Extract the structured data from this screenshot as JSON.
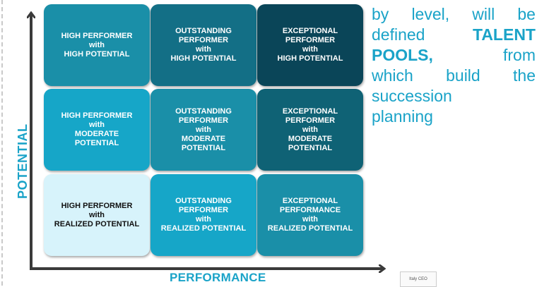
{
  "axes": {
    "y_label": "POTENTIAL",
    "x_label": "PERFORMANCE"
  },
  "grid": [
    {
      "cells": [
        {
          "text": "HIGH PERFORMER\nwith\nHIGH POTENTIAL",
          "color": "#1a8fa8"
        },
        {
          "text": "OUTSTANDING\nPERFORMER\nwith\nHIGH POTENTIAL",
          "color": "#136f86"
        },
        {
          "text": "EXCEPTIONAL\nPERFORMER\nwith\nHIGH POTENTIAL",
          "color": "#0a4558"
        }
      ]
    },
    {
      "cells": [
        {
          "text": "HIGH PERFORMER\nwith\nMODERATE\nPOTENTIAL",
          "color": "#16a6c8"
        },
        {
          "text": "OUTSTANDING\nPERFORMER\nwith\nMODERATE\nPOTENTIAL",
          "color": "#1a8fa8"
        },
        {
          "text": "EXCEPTIONAL\nPERFORMER\nwith\nMODERATE\nPOTENTIAL",
          "color": "#0f6275"
        }
      ]
    },
    {
      "cells": [
        {
          "text": "HIGH PERFORMER\nwith\nREALIZED POTENTIAL",
          "color": "#d7f3fb",
          "light": true
        },
        {
          "text": "OUTSTANDING\nPERFORMER\nwith\nREALIZED POTENTIAL",
          "color": "#16a6c8"
        },
        {
          "text": "EXCEPTIONAL\nPERFORMANCE\nwith\nREALIZED POTENTIAL",
          "color": "#1a8fa8"
        }
      ]
    }
  ],
  "side_text": {
    "line1": [
      "by",
      "level,",
      "will",
      "be"
    ],
    "line2": [
      "defined",
      "TALENT"
    ],
    "line3": [
      "POOLS,",
      "from"
    ],
    "line4": [
      "which",
      "build",
      "the"
    ],
    "line5": "succession",
    "line6": "planning"
  },
  "logo_text": "Italy CEO",
  "colors": {
    "axis": "#3a3a3a",
    "label_accent": "#1aa3c8"
  }
}
